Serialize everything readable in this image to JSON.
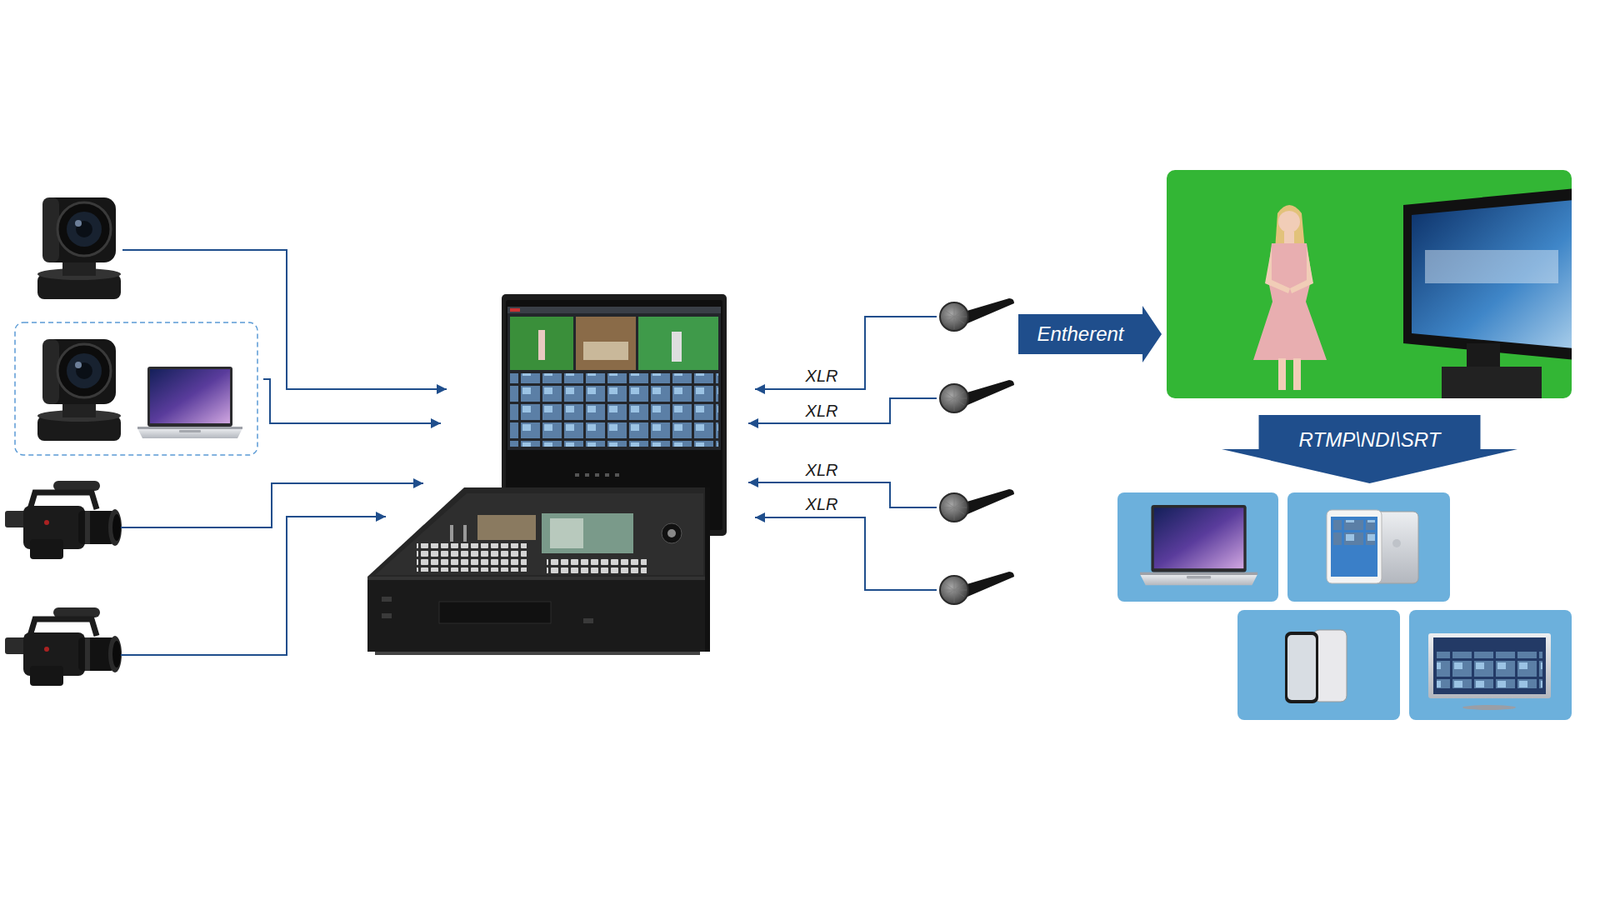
{
  "diagram": {
    "nodes": [
      {
        "text": [
          "Entherent"
        ]
      },
      {
        "text": [
          "RTMP\\NDI\\SRT"
        ]
      }
    ],
    "labels": [
      "XLR",
      "XLR",
      "XLR",
      "XLR"
    ]
  }
}
